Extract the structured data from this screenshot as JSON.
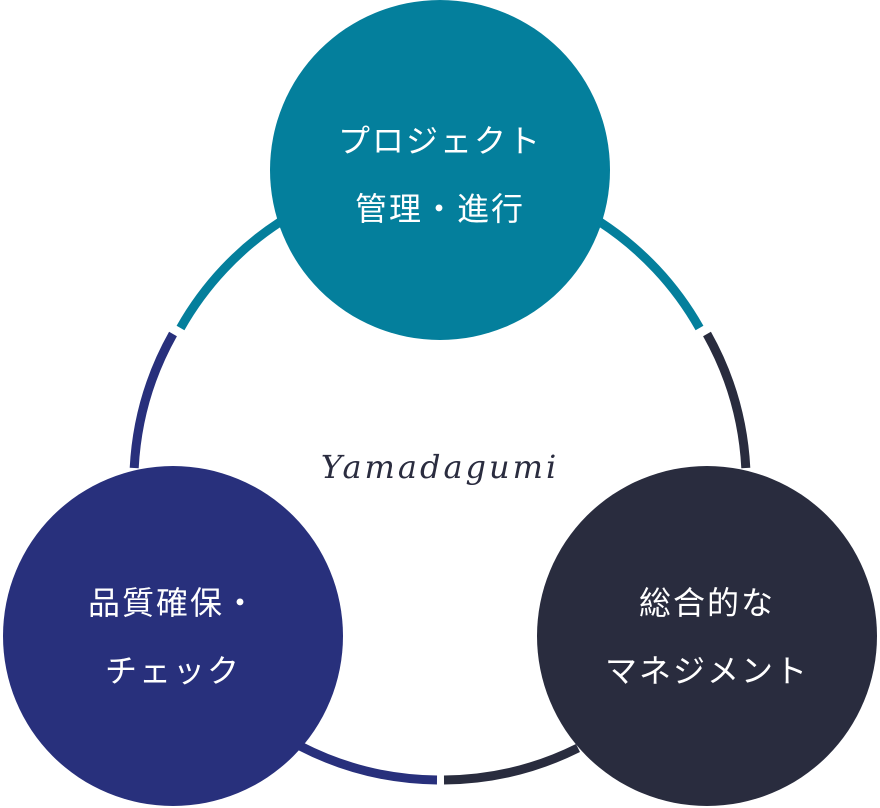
{
  "diagram": {
    "center_text": "Yamadagumi",
    "nodes": [
      {
        "id": "top",
        "line1": "プロジェクト",
        "line2": "管理・進行",
        "color": "#047f9c"
      },
      {
        "id": "bottom-right",
        "line1": "総合的な",
        "line2": "マネジメント",
        "color": "#292c3e"
      },
      {
        "id": "bottom-left",
        "line1": "品質確保・",
        "line2": "チェック",
        "color": "#28307c"
      }
    ]
  }
}
